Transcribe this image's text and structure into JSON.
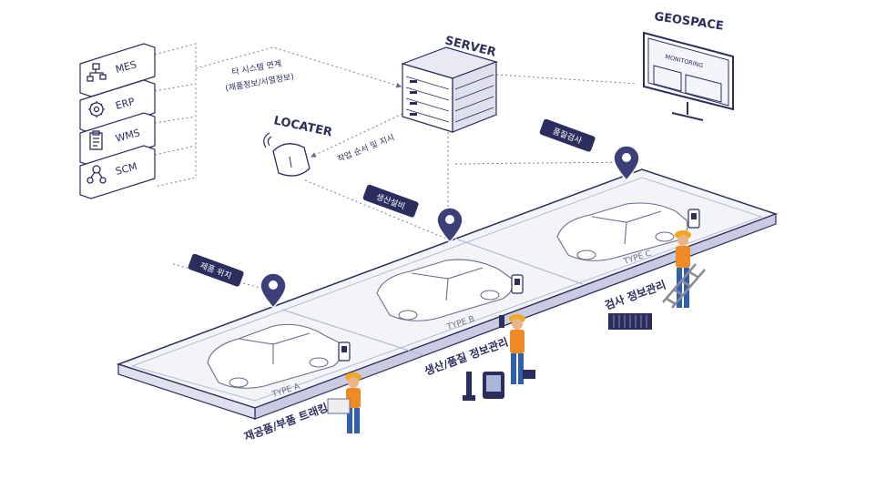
{
  "colors": {
    "navy": "#2b2d5e",
    "line": "#6a6c8c",
    "floor": "#f3f4f8",
    "floor_side": "#c9cbe0",
    "orange": "#f08a24",
    "blue_pants": "#2f5fb0",
    "helmet": "#f5a623"
  },
  "systems": [
    {
      "label": "MES",
      "icon": "hierarchy-icon"
    },
    {
      "label": "ERP",
      "icon": "gear-icon"
    },
    {
      "label": "WMS",
      "icon": "clipboard-icon"
    },
    {
      "label": "SCM",
      "icon": "network-gear-icon"
    }
  ],
  "server": {
    "title": "SERVER"
  },
  "geospace": {
    "title": "GEOSPACE",
    "screen_label": "MONITORING"
  },
  "locater": {
    "title": "LOCATER"
  },
  "links": {
    "integration": "타 시스템 연계",
    "integration_sub": "(제품정보/서열정보)",
    "work_order": "작업 순서 및 지시"
  },
  "tags": {
    "position": "제품 위치",
    "facility": "생산설비",
    "inspection": "품질검사"
  },
  "zones": {
    "a_caption": "재공품/부품 트래킹",
    "b_caption": "생산/품질 정보관리",
    "c_caption": "검사 정보관리"
  },
  "cars": {
    "a": "TYPE A",
    "b": "TYPE B",
    "c": "TYPE C"
  }
}
